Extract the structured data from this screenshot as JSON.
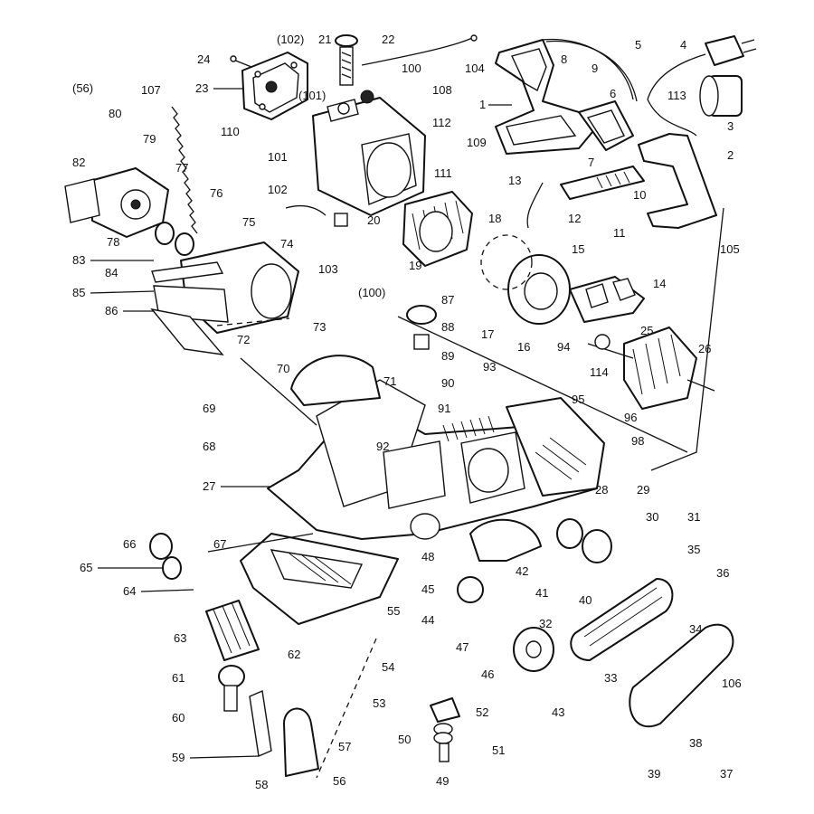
{
  "labels": {
    "p1": "1",
    "p2": "2",
    "p3": "3",
    "p4": "4",
    "p5": "5",
    "p6": "6",
    "p7": "7",
    "p8": "8",
    "p9": "9",
    "p10": "10",
    "p11": "11",
    "p12": "12",
    "p13": "13",
    "p14": "14",
    "p15": "15",
    "p16": "16",
    "p17": "17",
    "p18": "18",
    "p19": "19",
    "p20": "20",
    "p21": "21",
    "p22": "22",
    "p23": "23",
    "p24": "24",
    "p25": "25",
    "p26": "26",
    "p27": "27",
    "p28": "28",
    "p29": "29",
    "p30": "30",
    "p31": "31",
    "p32": "32",
    "p33": "33",
    "p34": "34",
    "p35": "35",
    "p36": "36",
    "p37": "37",
    "p38": "38",
    "p39": "39",
    "p40": "40",
    "p41": "41",
    "p42": "42",
    "p43": "43",
    "p44": "44",
    "p45": "45",
    "p46": "46",
    "p47": "47",
    "p48": "48",
    "p49": "49",
    "p50": "50",
    "p51": "51",
    "p52": "52",
    "p53": "53",
    "p54": "54",
    "p55": "55",
    "p56": "56",
    "p56b": "(56)",
    "p57": "57",
    "p58": "58",
    "p59": "59",
    "p60": "60",
    "p61": "61",
    "p62": "62",
    "p63": "63",
    "p64": "64",
    "p65": "65",
    "p66": "66",
    "p67": "67",
    "p68": "68",
    "p69": "69",
    "p70": "70",
    "p71": "71",
    "p72": "72",
    "p73": "73",
    "p74": "74",
    "p75": "75",
    "p76": "76",
    "p77": "77",
    "p78": "78",
    "p79": "79",
    "p80": "80",
    "p82": "82",
    "p83": "83",
    "p84": "84",
    "p85": "85",
    "p86": "86",
    "p87": "87",
    "p88": "88",
    "p89": "89",
    "p90": "90",
    "p91": "91",
    "p92": "92",
    "p93": "93",
    "p94": "94",
    "p95": "95",
    "p96": "96",
    "p98": "98",
    "p100": "100",
    "p100b": "(100)",
    "p101": "101",
    "p101b": "(101)",
    "p102": "102",
    "p102b": "(102)",
    "p103": "103",
    "p104": "104",
    "p105": "105",
    "p106": "106",
    "p107": "107",
    "p108": "108",
    "p109": "109",
    "p110": "110",
    "p111": "111",
    "p112": "112",
    "p113": "113",
    "p114": "114"
  },
  "colors": {
    "line": "#111111",
    "background": "#ffffff",
    "fill": "#ffffff",
    "shade": "#d8d8d8"
  }
}
